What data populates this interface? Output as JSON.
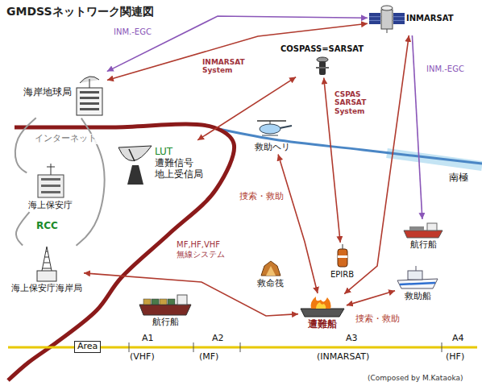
{
  "diagram": {
    "title": "GMDSSネットワーク関連図",
    "nodes": [
      {
        "text": [
          "INMARSAT"
        ]
      },
      {
        "text": [
          "COSPASS=SARSAT"
        ]
      },
      {
        "text": [
          "海岸地球局"
        ]
      },
      {
        "text": [
          "LUT",
          "遭難信号 地上受信局"
        ]
      },
      {
        "text": [
          "救助ヘリ"
        ]
      },
      {
        "text": [
          "海上保安庁"
        ]
      },
      {
        "text": [
          "航行船"
        ]
      },
      {
        "text": [
          "EPIRB"
        ]
      },
      {
        "text": [
          "救命筏"
        ]
      },
      {
        "text": [
          "海上保安庁海岸局"
        ]
      },
      {
        "text": [
          "救助船"
        ]
      },
      {
        "text": [
          "航行船"
        ]
      },
      {
        "text": [
          "遭難船"
        ]
      }
    ],
    "edges": [
      {
        "from": 0,
        "to": 2,
        "arrow": "both",
        "label": "INM.-EGC"
      },
      {
        "from": 0,
        "to": 2,
        "arrow": "both",
        "label": "INMARSAT System"
      },
      {
        "from": 0,
        "to": 6,
        "arrow": "to",
        "label": "INM.-EGC"
      },
      {
        "from": 1,
        "to": 3,
        "arrow": "both"
      },
      {
        "from": 1,
        "to": 7,
        "arrow": "both",
        "label": "CSPAS SARSAT System"
      },
      {
        "from": 0,
        "to": 12,
        "arrow": "both"
      },
      {
        "from": 4,
        "to": 12,
        "arrow": "both",
        "label": "捜索・救助"
      },
      {
        "from": 12,
        "to": 10,
        "arrow": "both",
        "label": "捜索・救助"
      },
      {
        "from": 9,
        "to": 12,
        "arrow": "both",
        "label": "MF,HF,VHF 無線システム"
      },
      {
        "from": 2,
        "to": 5,
        "arrow": "none",
        "label": "インターネット"
      },
      {
        "from": 5,
        "to": 9,
        "arrow": "none"
      },
      {
        "from": 2,
        "to": 9,
        "arrow": "none"
      }
    ],
    "labels": [
      "RCC",
      "南極",
      "Area",
      "A1",
      "A2",
      "A3",
      "A4",
      "(VHF)",
      "(MF)",
      "(INMARSAT)",
      "(HF)",
      "(Composed by M.Kataoka)"
    ]
  }
}
